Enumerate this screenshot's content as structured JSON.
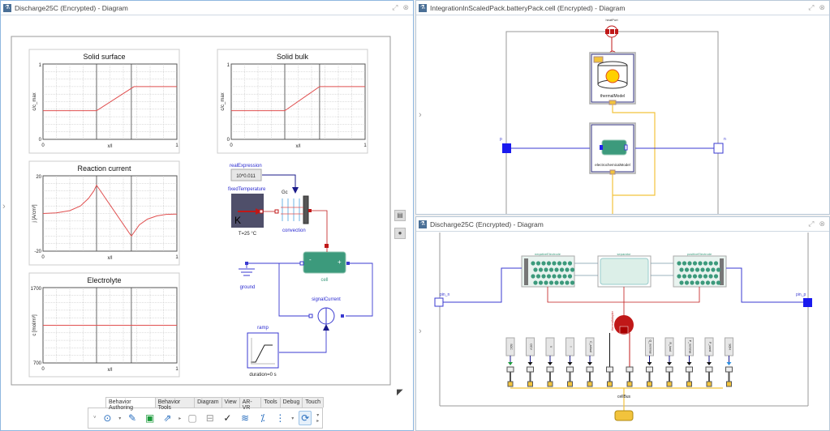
{
  "left_pane": {
    "title": "Discharge25C (Encrypted) - Diagram",
    "components": {
      "real_expression": {
        "label": "realExpression",
        "value": "10*0.011"
      },
      "fixed_temperature": {
        "label": "fixedTemperature",
        "symbol": "K",
        "param": "T=25 °C"
      },
      "convection": {
        "label": "convection",
        "gc": "Gc"
      },
      "cell": {
        "label": "cell"
      },
      "ground": {
        "label": "ground"
      },
      "signal_current": {
        "label": "signalCurrent"
      },
      "ramp": {
        "label": "ramp",
        "param": "duration=0 s"
      }
    }
  },
  "chart_data": [
    {
      "type": "line",
      "title": "Solid surface",
      "xlabel": "x/l",
      "ylabel": "c/c_max",
      "xlim": [
        0,
        1
      ],
      "ylim": [
        0,
        1
      ],
      "xticks": [
        "0",
        "1"
      ],
      "yticks": [
        "0",
        "1"
      ],
      "grid": true,
      "vlines": [
        0.4,
        0.66
      ],
      "series": [
        {
          "name": "c",
          "x": [
            0,
            0.4,
            0.68,
            1
          ],
          "y": [
            0.38,
            0.38,
            0.7,
            0.7
          ]
        }
      ]
    },
    {
      "type": "line",
      "title": "Solid bulk",
      "xlabel": "x/l",
      "ylabel": "c/c_max",
      "xlim": [
        0,
        1
      ],
      "ylim": [
        0,
        1
      ],
      "xticks": [
        "0",
        "1"
      ],
      "yticks": [
        "0",
        "1"
      ],
      "grid": true,
      "vlines": [
        0.4,
        0.66
      ],
      "series": [
        {
          "name": "c",
          "x": [
            0,
            0.4,
            0.66,
            1
          ],
          "y": [
            0.38,
            0.38,
            0.7,
            0.7
          ]
        }
      ]
    },
    {
      "type": "line",
      "title": "Reaction current",
      "xlabel": "x/l",
      "ylabel": "j [A/cm³]",
      "xlim": [
        0,
        1
      ],
      "ylim": [
        -20,
        20
      ],
      "xticks": [
        "0",
        "1"
      ],
      "yticks": [
        "-20",
        "20"
      ],
      "grid": true,
      "vlines": [
        0.4,
        0.66
      ],
      "series": [
        {
          "name": "j",
          "x": [
            0,
            0.1,
            0.2,
            0.28,
            0.34,
            0.38,
            0.4,
            0.66,
            0.68,
            0.72,
            0.78,
            0.85,
            0.92,
            1
          ],
          "y": [
            0,
            0.3,
            1.5,
            4,
            8,
            12,
            15,
            -12,
            -10,
            -6,
            -3,
            -1.3,
            -0.5,
            -0.3
          ]
        }
      ]
    },
    {
      "type": "line",
      "title": "Electrolyte",
      "xlabel": "x/l",
      "ylabel": "c [mol/m³]",
      "xlim": [
        0,
        1
      ],
      "ylim": [
        700,
        1700
      ],
      "xticks": [
        "0",
        "1"
      ],
      "yticks": [
        "700",
        "1700"
      ],
      "grid": true,
      "vlines": [
        0.4,
        0.66
      ],
      "series": [
        {
          "name": "c",
          "x": [
            0,
            1
          ],
          "y": [
            1200,
            1200
          ]
        }
      ]
    }
  ],
  "toolbar": {
    "tabs": [
      "Behavior Authoring",
      "Behavior Tools",
      "Diagram",
      "View",
      "AR-VR",
      "Tools",
      "Debug",
      "Touch"
    ],
    "active_tab": "Behavior Authoring"
  },
  "top_right_pane": {
    "title": "IntegrationInScaledPack.batteryPack.cell (Encrypted) - Diagram",
    "heat_port": "heatPort",
    "thermal_model": "thermalModel",
    "electrochemical_model": "electrochemicalModel",
    "pin_p": "p",
    "pin_n": "n"
  },
  "bottom_right_pane": {
    "title": "Discharge25C (Encrypted) - Diagram",
    "negative_electrode": "negativeElectrode",
    "separator": "separator",
    "positive_electrode": "positiveElectrode",
    "pin_n": "pin_n",
    "pin_p": "pin_p",
    "heat_source": "thermalAdapter",
    "cell_bus": "cellBus",
    "sensors": [
      "SOC",
      "OCV",
      "V",
      "I",
      "C_actual",
      "",
      "",
      "Q_nominal",
      "R_load",
      "P_nominal",
      "P_used",
      "SOH"
    ]
  },
  "colors": {
    "accent": "#2a6fbf",
    "plot_line": "#e05050",
    "connector_blue": "#3a3ad0",
    "thermal_red": "#c01818",
    "bus_yellow": "#f2c33c",
    "cell_green": "#3c9a7c"
  }
}
